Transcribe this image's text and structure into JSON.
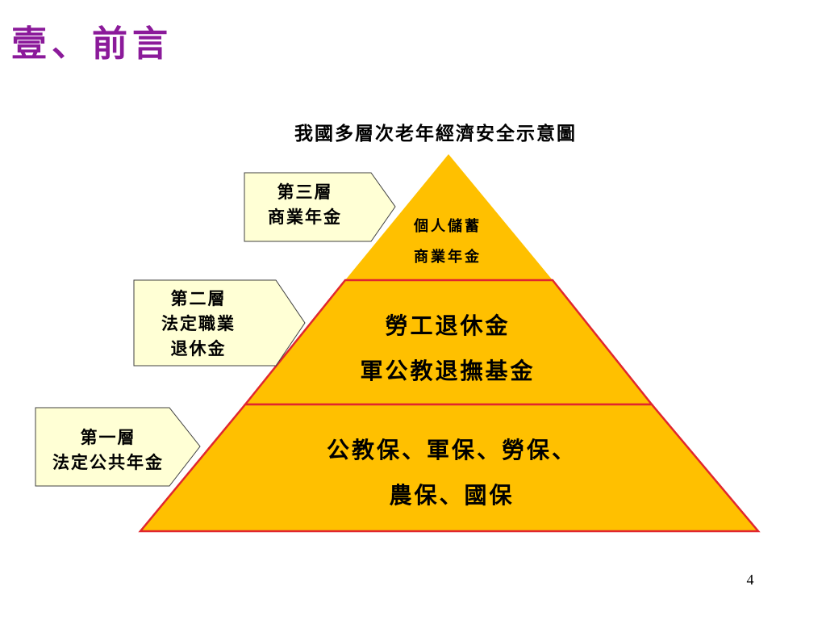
{
  "title": "壹、前言",
  "diagram": {
    "caption": "我國多層次老年經濟安全示意圖",
    "layers": [
      {
        "callout_lines": [
          "第三層",
          "商業年金"
        ],
        "lines": [
          "個人儲蓄",
          "商業年金"
        ]
      },
      {
        "callout_lines": [
          "第二層",
          "法定職業",
          "退休金"
        ],
        "lines": [
          "勞工退休金",
          "軍公教退撫基金"
        ]
      },
      {
        "callout_lines": [
          "第一層",
          "法定公共年金"
        ],
        "lines": [
          "公教保、軍保、勞保、",
          "農保、國保"
        ]
      }
    ],
    "colors": {
      "pyramid_fill": "#ffc000",
      "pyramid_border": "#e0262e",
      "callout_fill": "#ffffd5",
      "callout_border": "#404040",
      "title": "#8b1a9a"
    }
  },
  "page_number": "4"
}
